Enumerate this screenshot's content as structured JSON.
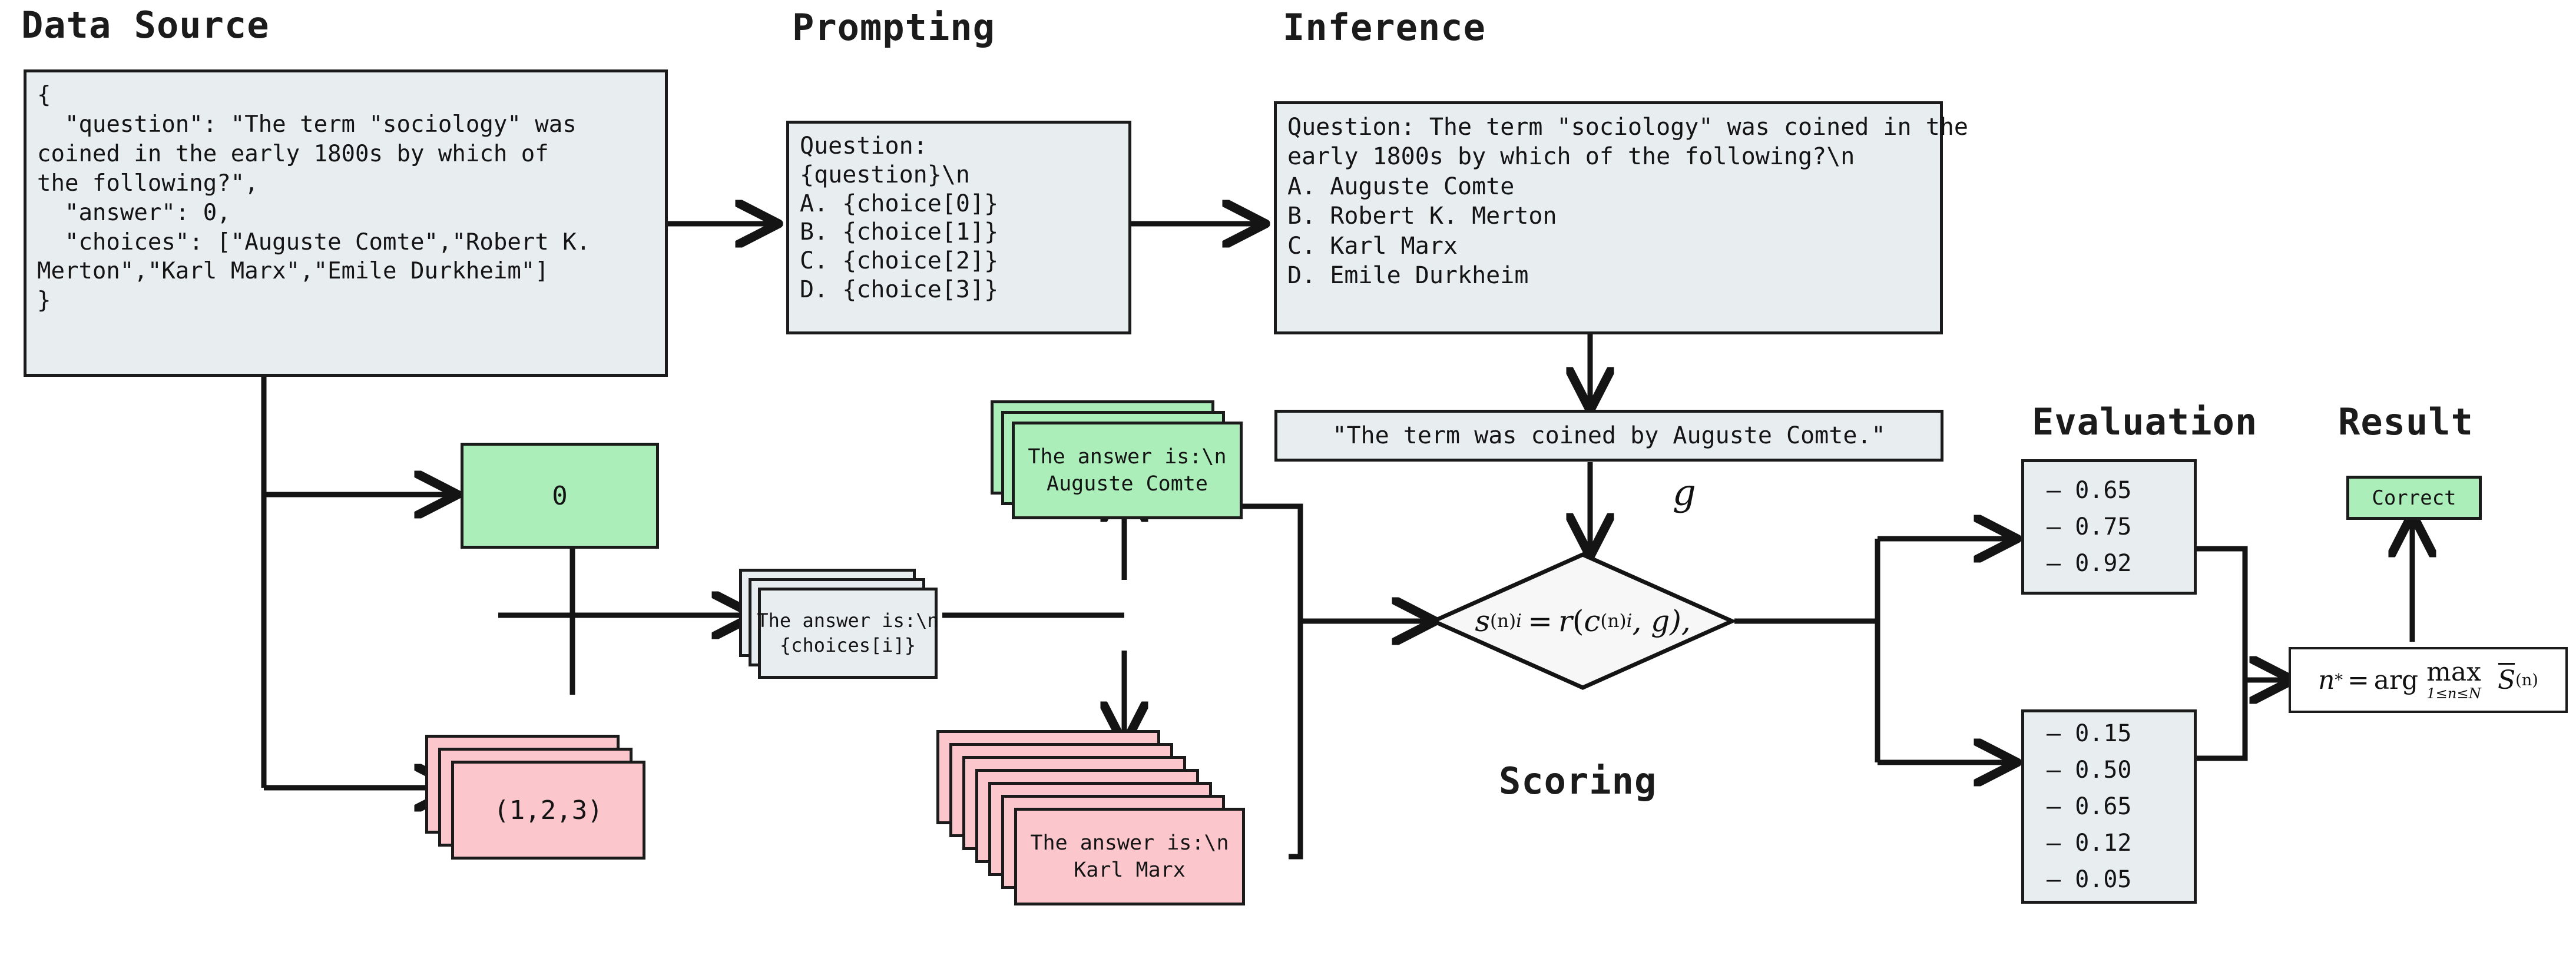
{
  "sections": {
    "data_source": "Data Source",
    "prompting": "Prompting",
    "inference": "Inference",
    "evaluation": "Evaluation",
    "result": "Result",
    "scoring": "Scoring"
  },
  "data_source": {
    "json_text": "{\n  \"question\": \"The term \"sociology\" was\ncoined in the early 1800s by which of\nthe following?\",\n  \"answer\": 0,\n  \"choices\": [\"Auguste Comte\",\"Robert K.\nMerton\",\"Karl Marx\",\"Emile Durkheim\"]\n}",
    "correct_index_box": "0",
    "incorrect_indices_box": "(1,2,3)"
  },
  "prompting": {
    "template_text": "Question:\n{question}\\n\nA. {choice[0]}\nB. {choice[1]}\nC. {choice[2]}\nD. {choice[3]}"
  },
  "inference": {
    "filled_prompt": "Question: The term \"sociology\" was coined in the\nearly 1800s by which of the following?\\n\nA. Auguste Comte\nB. Robert K. Merton\nC. Karl Marx\nD. Emile Durkheim",
    "generation": "\"The term was coined by Auguste Comte.\"",
    "generation_symbol": "g"
  },
  "candidates": {
    "template_card": "The answer is:\\n\n{choices[i]}",
    "correct_card": "The answer is:\\n\nAuguste Comte",
    "incorrect_card": "The answer is:\\n\nKarl Marx"
  },
  "scoring": {
    "formula_parts": {
      "s": "s",
      "sup_n": "(n)",
      "sub_i": "i",
      "eq": "=",
      "r": "r",
      "open": "(",
      "c": "c",
      "comma_g": ", g),"
    }
  },
  "evaluation": {
    "correct_scores": [
      "0.65",
      "0.75",
      "0.92"
    ],
    "incorrect_scores": [
      "0.15",
      "0.50",
      "0.65",
      "0.12",
      "0.05"
    ],
    "bullet": "—"
  },
  "result": {
    "verdict": "Correct",
    "argmax": {
      "n": "n",
      "star": "*",
      "eq": "=",
      "arg": "arg",
      "max": "max",
      "range": "1≤n≤N",
      "S": "S",
      "S_sup": "(n)"
    }
  },
  "colors": {
    "box_fill": "#e8edf0",
    "green_fill": "#abeeb9",
    "red_fill": "#fbc7cd",
    "stroke": "#1b1b1b",
    "white_fill": "#fbfbfb"
  }
}
